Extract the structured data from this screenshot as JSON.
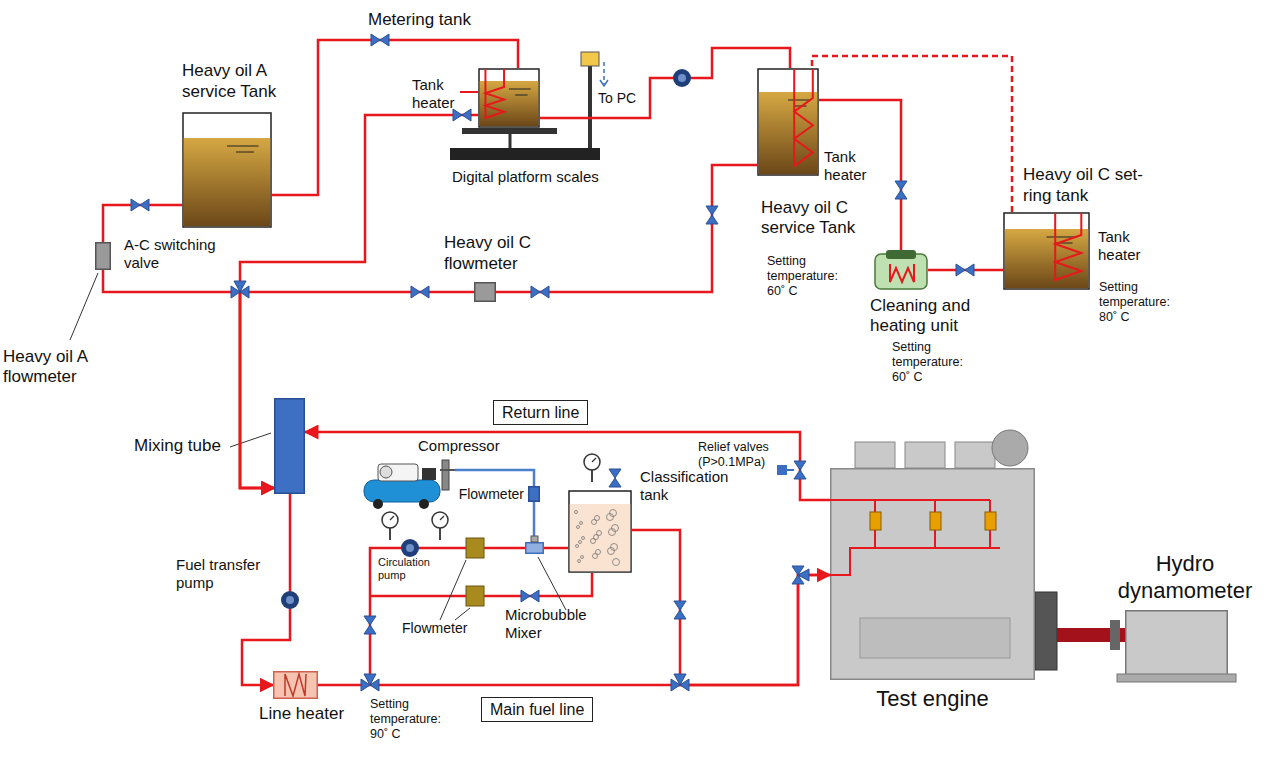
{
  "diagram": {
    "nodes": [
      {
        "text": [
          "Heavy oil A service Tank"
        ]
      },
      {
        "text": [
          "Metering tank"
        ]
      },
      {
        "text": [
          "Heavy oil C service Tank",
          "Setting temperature: 60˚ C"
        ]
      },
      {
        "text": [
          "Heavy oil C set-ring tank",
          "Setting temperature: 80˚ C"
        ]
      },
      {
        "text": [
          "Cleaning and heating unit",
          "Setting temperature: 60˚ C"
        ]
      },
      {
        "text": [
          "Heavy oil A flowmeter"
        ]
      },
      {
        "text": [
          "Heavy oil C flowmeter"
        ]
      },
      {
        "text": [
          "Mixing tube"
        ]
      },
      {
        "text": [
          "Return line"
        ]
      },
      {
        "text": [
          "Compressor"
        ]
      },
      {
        "text": [
          "Flowmeter"
        ]
      },
      {
        "text": [
          "Classification tank"
        ]
      },
      {
        "text": [
          "Microbubble Mixer"
        ]
      },
      {
        "text": [
          "Line heater",
          "Setting temperature: 90˚ C"
        ]
      },
      {
        "text": [
          "Main fuel line"
        ]
      },
      {
        "text": [
          "Test engine"
        ]
      },
      {
        "text": [
          "Hydro dynamometer"
        ]
      }
    ],
    "edges": [
      {
        "from": 0,
        "to": 5,
        "arrow": "none"
      },
      {
        "from": 0,
        "to": 1,
        "arrow": "none"
      },
      {
        "from": 1,
        "to": 2,
        "arrow": "none"
      },
      {
        "from": 2,
        "to": 4,
        "arrow": "none"
      },
      {
        "from": 4,
        "to": 3,
        "arrow": "none"
      },
      {
        "from": 3,
        "to": 2,
        "arrow": "none"
      },
      {
        "from": 2,
        "to": 6,
        "arrow": "none"
      },
      {
        "from": 5,
        "to": 7,
        "arrow": "to"
      },
      {
        "from": 6,
        "to": 7,
        "arrow": "to"
      },
      {
        "from": 1,
        "to": 7,
        "arrow": "to"
      },
      {
        "from": 7,
        "to": 13,
        "arrow": "to"
      },
      {
        "from": 13,
        "to": 15,
        "arrow": "to"
      },
      {
        "from": 15,
        "to": 7,
        "arrow": "to"
      },
      {
        "from": 9,
        "to": 10,
        "arrow": "none"
      },
      {
        "from": 10,
        "to": 12,
        "arrow": "none"
      },
      {
        "from": 12,
        "to": 11,
        "arrow": "none"
      },
      {
        "from": 11,
        "to": 15,
        "arrow": "none"
      }
    ],
    "labels": [
      "Tank heater",
      "To PC",
      "Digital platform scales",
      "Tank heater",
      "Tank heater",
      "A-C switching valve",
      "Fuel transfer pump",
      "Circulation pump",
      "Flowmeter",
      "Relief valves (P>0.1MPa)"
    ]
  }
}
